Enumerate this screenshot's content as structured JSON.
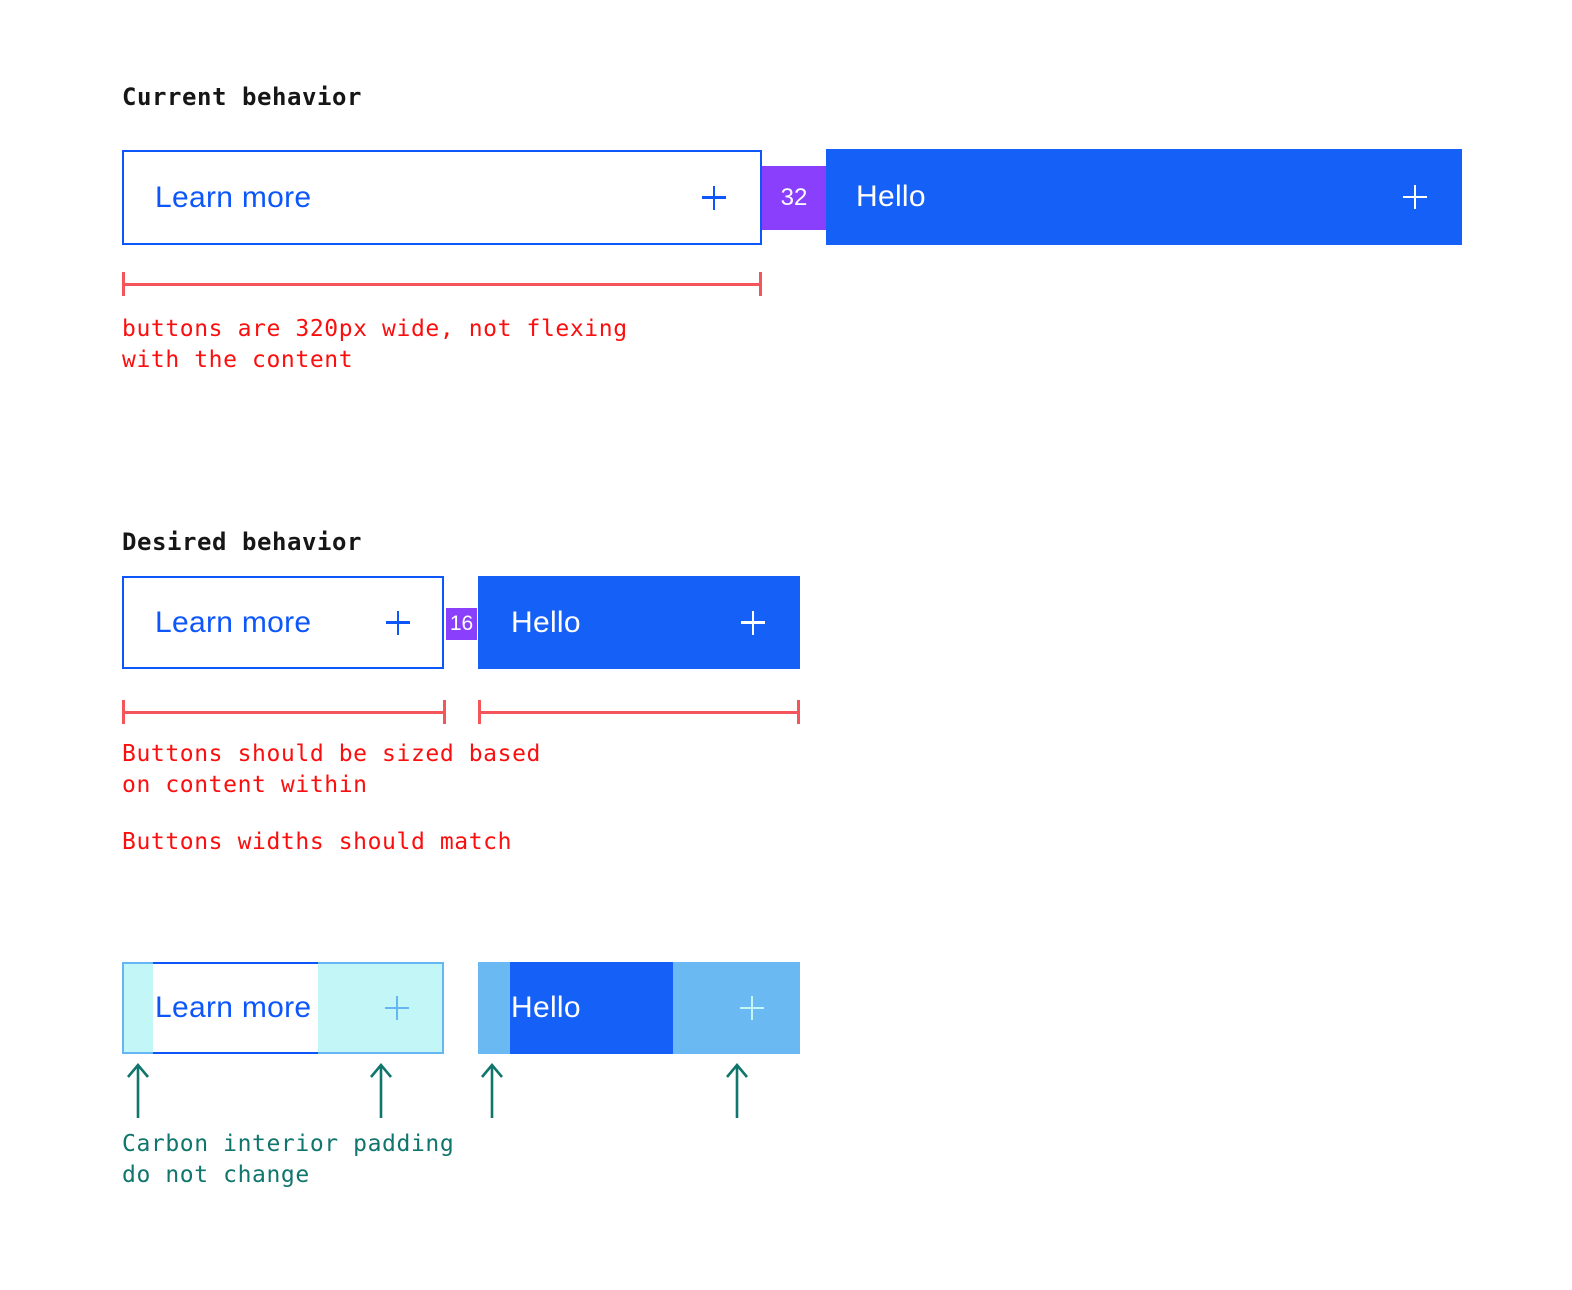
{
  "colors": {
    "blue_solid": "#1560f7",
    "blue_outline": "#0d57fa",
    "purple_spacer": "#8a3ffc",
    "red_line": "#f4555a",
    "red_text": "#fb0e0e",
    "teal": "#10756c",
    "highlight_overlay": "rgba(158,240,240,0.62)",
    "heading_text": "#161616"
  },
  "sections": {
    "current": {
      "heading": "Current behavior",
      "outline_button": {
        "label": "Learn more",
        "icon": "plus-icon"
      },
      "spacer": {
        "value": "32"
      },
      "solid_button": {
        "label": "Hello",
        "icon": "plus-icon"
      },
      "note_lines": [
        "buttons are 320px wide, not flexing",
        "with the content"
      ]
    },
    "desired": {
      "heading": "Desired behavior",
      "outline_button": {
        "label": "Learn more",
        "icon": "plus-icon"
      },
      "spacer": {
        "value": "16"
      },
      "solid_button": {
        "label": "Hello",
        "icon": "plus-icon"
      },
      "note1_lines": [
        "Buttons should be sized based",
        "on content within"
      ],
      "note2": "Buttons widths should match"
    },
    "padding": {
      "outline_button": {
        "label": "Learn more",
        "icon": "plus-icon"
      },
      "solid_button": {
        "label": "Hello",
        "icon": "plus-icon"
      },
      "note_lines": [
        "Carbon interior padding",
        "do not change"
      ]
    }
  }
}
